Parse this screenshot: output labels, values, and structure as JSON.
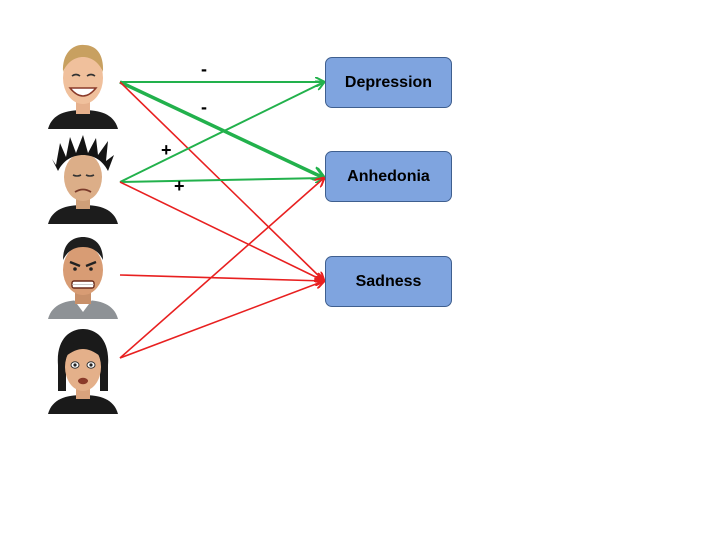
{
  "outcomes": {
    "depression": "Depression",
    "anhedonia": "Anhedonia",
    "sadness": "Sadness"
  },
  "signs": {
    "happy_to_depression": "-",
    "happy_to_anhedonia": "-",
    "sad_to_depression": "+",
    "sad_to_anhedonia": "+"
  },
  "faces": [
    "happy-face",
    "sad-face",
    "angry-face",
    "fearful-face"
  ],
  "colors": {
    "negative_link": "#22b14c",
    "positive_link": "#e82020",
    "box_fill": "#7fa4df",
    "box_border": "#3f5f8f"
  }
}
